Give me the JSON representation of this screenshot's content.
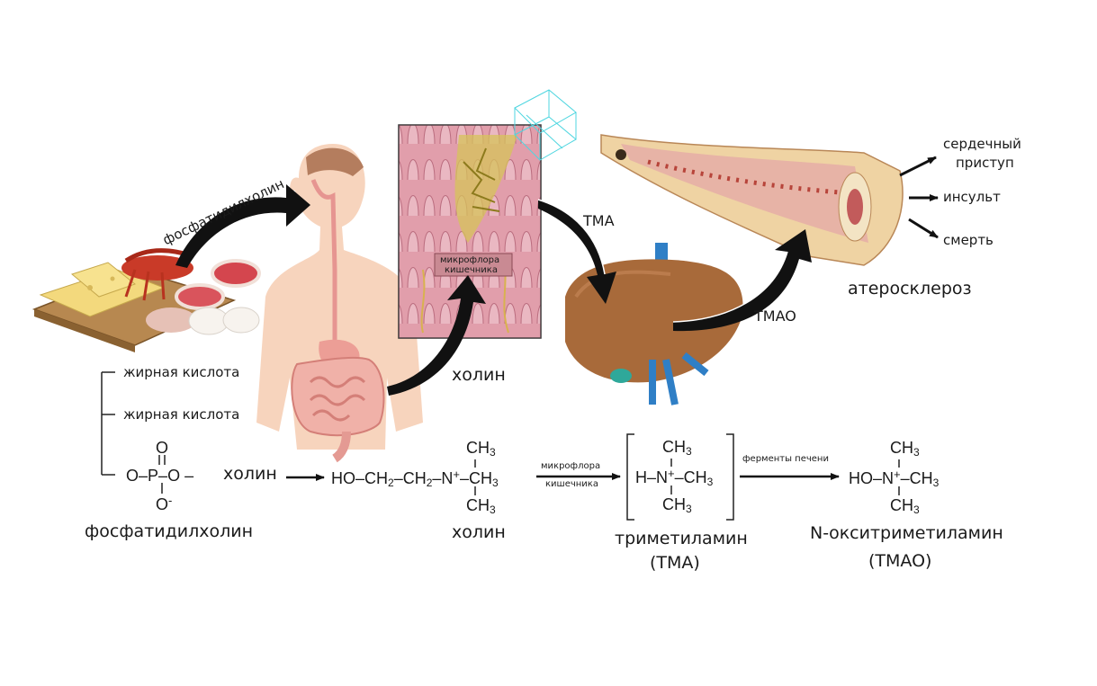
{
  "labels": {
    "phosphatidylcholine_arrow": "фосфатидилхолин",
    "microflora_box": [
      "микрофлора",
      "кишечника"
    ],
    "tma_arrow": "TMA",
    "tmao_arrow": "TMAO",
    "choline_arrow": "холин",
    "atherosclerosis": "атеросклероз",
    "outcomes": [
      "сердечный",
      "приступ",
      "инсульт",
      "смерть"
    ]
  },
  "chemistry": {
    "fatty_acid_1": "жирная кислота",
    "fatty_acid_2": "жирная кислота",
    "phosphate_O_top": "O",
    "phosphate_O_left": "O",
    "phosphate_P": "P",
    "phosphate_O_right": "O",
    "phosphate_O_bottom": "O",
    "phosphate_charge": "-",
    "choline_group": "холин",
    "phosphatidylcholine": "фосфатидилхолин",
    "choline_label": "холин",
    "arrow1_top": "микрофлора",
    "arrow1_bottom": "кишечника",
    "tma_label": "триметиламин",
    "tma_abbr": "(TMA)",
    "arrow2_top": "ферменты печени",
    "tmao_label": "N-окситриметиламин",
    "tmao_abbr": "(TMAO)",
    "ch3": "CH",
    "sub3": "3",
    "sub2": "2",
    "plus": "+",
    "ho": "HO",
    "n": "N",
    "h": "H",
    "dash": "–"
  },
  "colors": {
    "arrow": "#111111",
    "skin": "#f6cdb2",
    "gut": "#e89b8e",
    "liver": "#a86a3a",
    "artery": "#e8b98a",
    "tissue": "#e6a5ae",
    "bacteria": "#c9b63a",
    "microflora_box": "#c98a93"
  }
}
